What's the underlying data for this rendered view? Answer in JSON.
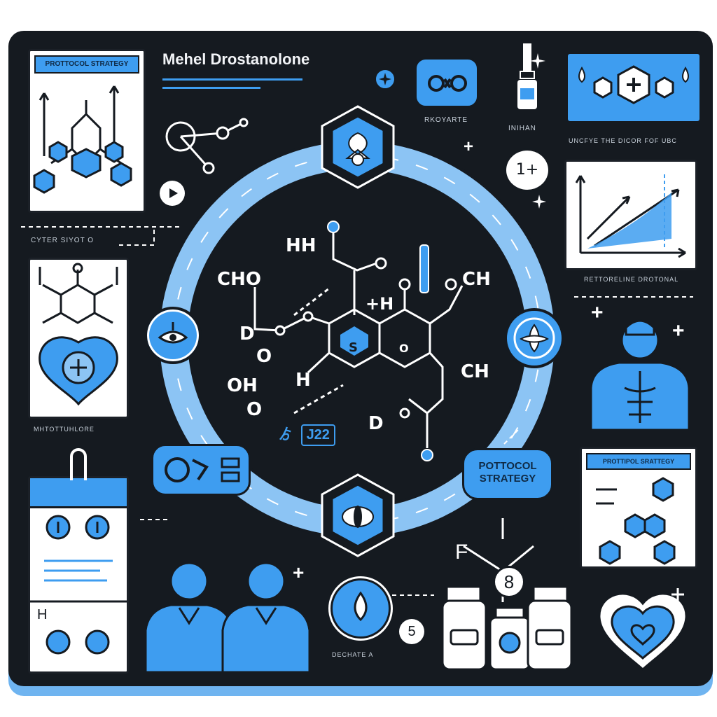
{
  "header": {
    "title": "Mehel Drostanolone"
  },
  "labels": {
    "top_left_card": "PROTTOCOL STRATEGY",
    "left_dashed": "CYTER SIYOT O",
    "left_card_caption": "MHTOTTUHLORE",
    "top_center_caption": "RKOYARTE",
    "bottle_caption": "INIHAN",
    "top_right_caption": "UNCFYE THE DICOR FOF UBC",
    "chart_caption": "RETTORELINE DROTONAL",
    "right_card_label": "PROTTIPOL SRATTEGY",
    "bottom_center_caption": "DECHATE A",
    "pill_label_line1": "POTTOCOL",
    "pill_label_line2": "STRATEGY",
    "badge_number": "5",
    "bubble_label": "1+",
    "f_label": "F",
    "eight_label": "8",
    "code_label": "J22",
    "code_prefix": "ゟ"
  },
  "molecule": {
    "hh": "HH",
    "cho": "CHO",
    "ch_right": "CH",
    "plus_h": "+H",
    "d_left": "D",
    "o_left": "O",
    "oh": "OH",
    "o_bottom": "O",
    "h_left": "H",
    "ring_s": "S",
    "ring_o": "O",
    "ch_bottom": "CH",
    "d_bottom": "D"
  },
  "colors": {
    "background": "#151a20",
    "accent": "#3e9df0",
    "accent_light": "#8cc4f4",
    "card": "#ffffff"
  }
}
